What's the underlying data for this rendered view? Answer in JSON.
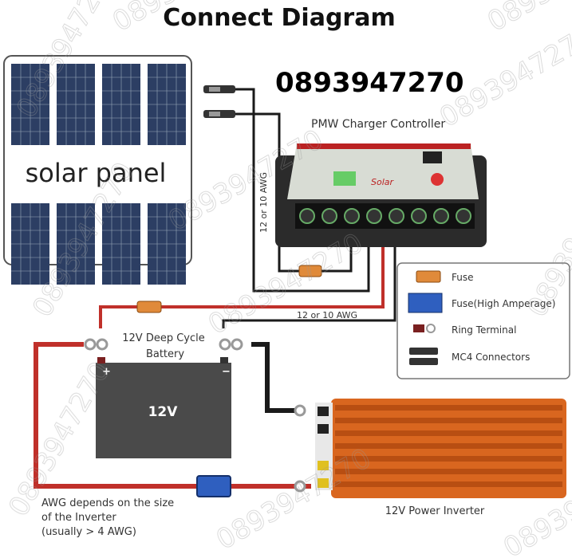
{
  "title": "Connect Diagram",
  "phone": "0893947270",
  "watermark": "0893947270",
  "solar_panel": {
    "label": "solar panel"
  },
  "controller": {
    "label": "PMW Charger Controller",
    "brand": "Solar"
  },
  "wire_labels": {
    "vertical": "12 or 10 AWG",
    "horizontal": "12 or 10 AWG"
  },
  "battery": {
    "label_line1": "12V Deep Cycle",
    "label_line2": "Battery",
    "voltage": "12V",
    "plus": "+",
    "minus": "−"
  },
  "inverter": {
    "label": "12V Power Inverter"
  },
  "note": {
    "line1": "AWG depends on the size",
    "line2": "of the Inverter",
    "line3": "(usually  > 4 AWG)"
  },
  "legend": {
    "items": [
      {
        "label": "Fuse",
        "icon": "fuse-icon"
      },
      {
        "label": "Fuse(High Amperage)",
        "icon": "high-amperage-fuse-icon"
      },
      {
        "label": "Ring Terminal",
        "icon": "ring-terminal-icon"
      },
      {
        "label": "MC4 Connectors",
        "icon": "mc4-connector-icon"
      }
    ]
  },
  "colors": {
    "red_wire": "#c0302a",
    "black_wire": "#1a1a1a",
    "fuse": "#e08a3a",
    "high_fuse": "#2f5fbf",
    "inverter": "#d9661f",
    "battery": "#4a4a4a"
  }
}
